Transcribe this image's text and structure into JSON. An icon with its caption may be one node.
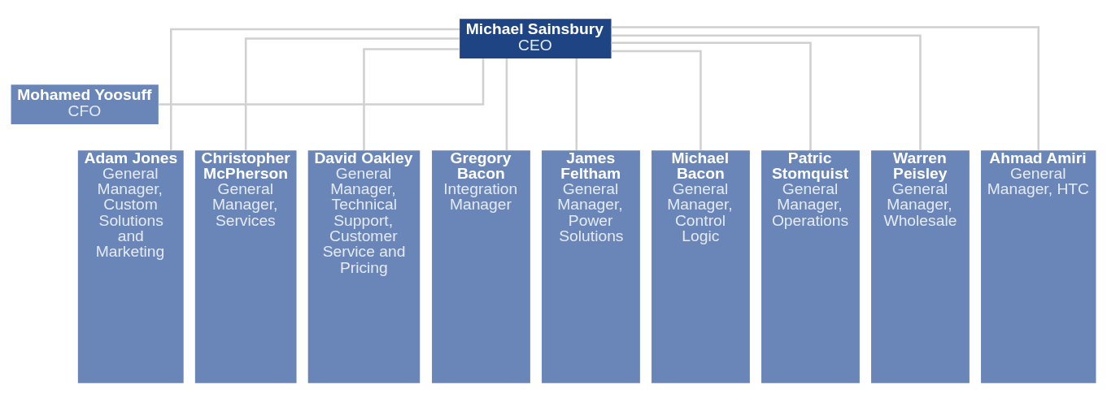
{
  "diagram": {
    "nodes": [
      {
        "text": [
          "Michael Sainsbury",
          "CEO"
        ]
      },
      {
        "text": [
          "Mohamed Yoosuff",
          "CFO"
        ]
      },
      {
        "text": [
          "Adam Jones",
          "General Manager, Custom Solutions and Marketing"
        ]
      },
      {
        "text": [
          "Christopher McPherson",
          "General Manager, Services"
        ]
      },
      {
        "text": [
          "David Oakley",
          "General Manager, Technical Support, Customer Service and Pricing"
        ]
      },
      {
        "text": [
          "Gregory Bacon",
          "Integration Manager"
        ]
      },
      {
        "text": [
          "James Feltham",
          "General Manager, Power Solutions"
        ]
      },
      {
        "text": [
          "Michael Bacon",
          "General Manager, Control Logic"
        ]
      },
      {
        "text": [
          "Patric Stomquist",
          "General Manager, Operations"
        ]
      },
      {
        "text": [
          "Warren Peisley",
          "General Manager, Wholesale"
        ]
      },
      {
        "text": [
          "Ahmad Amiri",
          "General Manager, HTC"
        ]
      }
    ],
    "edges": [
      {
        "from": 0,
        "to": 1,
        "arrow": "none"
      },
      {
        "from": 0,
        "to": 2,
        "arrow": "none"
      },
      {
        "from": 0,
        "to": 3,
        "arrow": "none"
      },
      {
        "from": 0,
        "to": 4,
        "arrow": "none"
      },
      {
        "from": 0,
        "to": 5,
        "arrow": "none"
      },
      {
        "from": 0,
        "to": 6,
        "arrow": "none"
      },
      {
        "from": 0,
        "to": 7,
        "arrow": "none"
      },
      {
        "from": 0,
        "to": 8,
        "arrow": "none"
      },
      {
        "from": 0,
        "to": 9,
        "arrow": "none"
      },
      {
        "from": 0,
        "to": 10,
        "arrow": "none"
      }
    ]
  }
}
